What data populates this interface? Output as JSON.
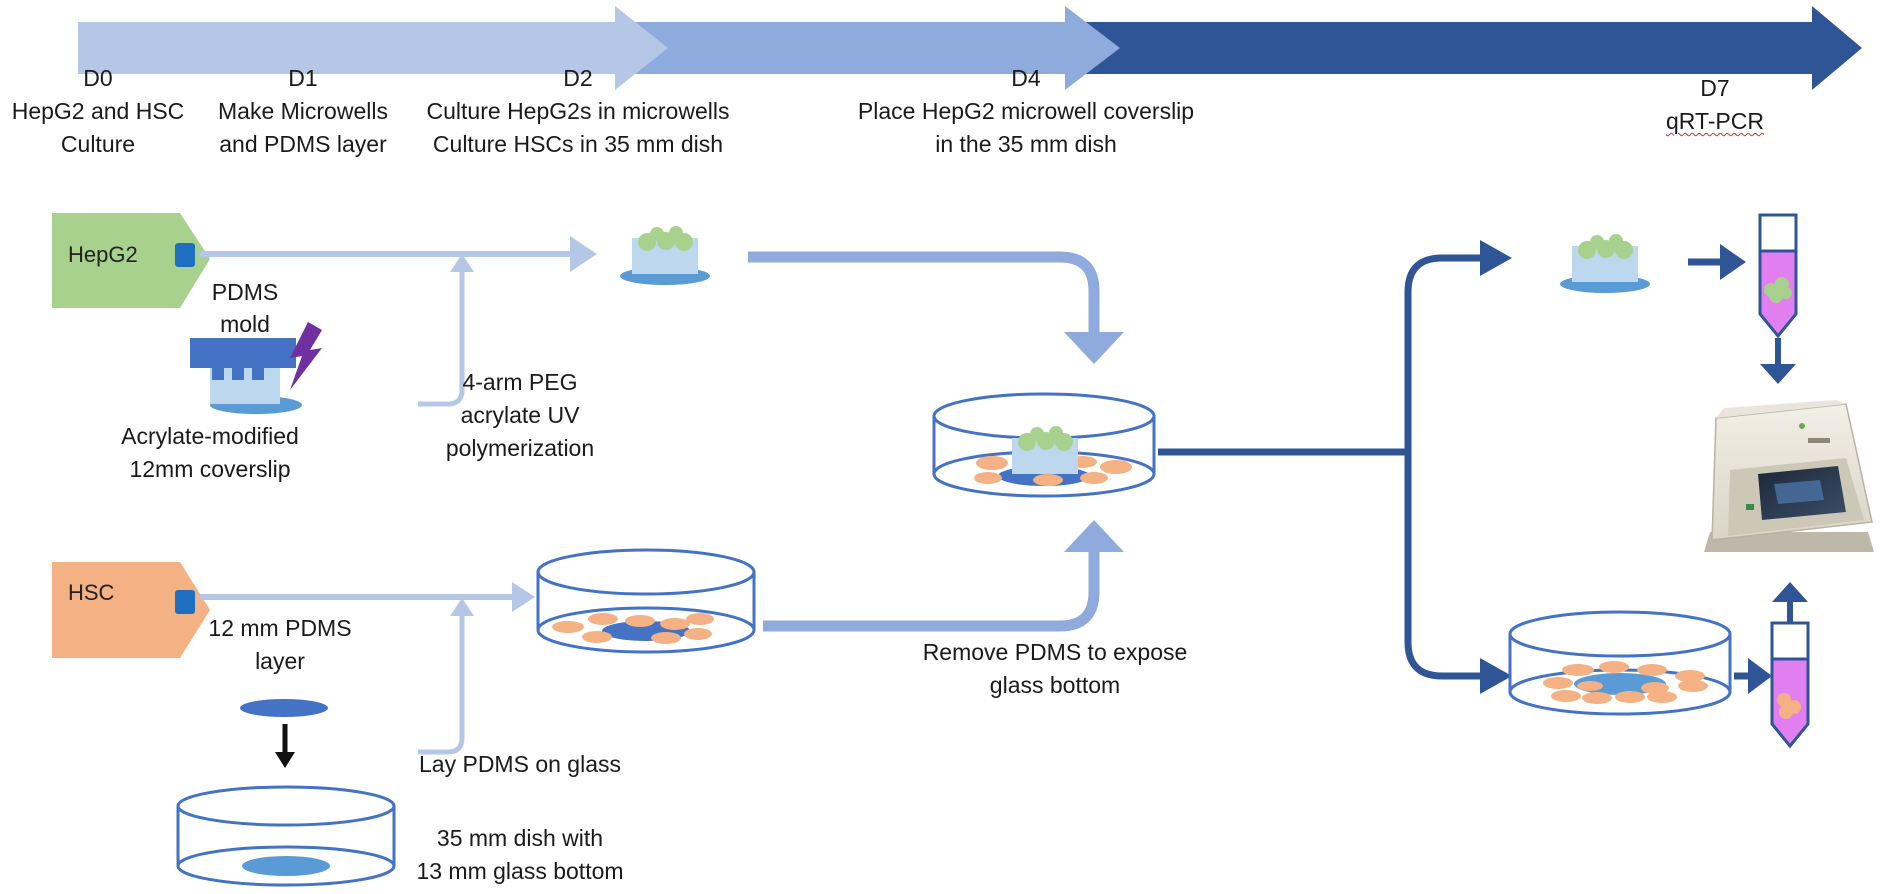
{
  "timeline": {
    "d0": {
      "day": "D0",
      "text": [
        "HepG2 and HSC",
        "Culture"
      ]
    },
    "d1": {
      "day": "D1",
      "text": [
        "Make Microwells",
        "and PDMS layer"
      ]
    },
    "d2": {
      "day": "D2",
      "text": [
        "Culture HepG2s in microwells",
        "Culture HSCs in 35 mm dish"
      ]
    },
    "d4": {
      "day": "D4",
      "text": [
        "Place HepG2 microwell coverslip",
        "in the 35 mm dish"
      ]
    },
    "d7": {
      "day": "D7",
      "text": [
        "qRT-PCR"
      ]
    }
  },
  "flasks": {
    "hepg2": "HepG2",
    "hsc": "HSC"
  },
  "labels": {
    "pdms_mold": [
      "PDMS",
      "mold"
    ],
    "coverslip": [
      "Acrylate-modified",
      "12mm coverslip"
    ],
    "peg": [
      "4-arm PEG",
      "acrylate UV",
      "polymerization"
    ],
    "pdms_layer": [
      "12 mm PDMS",
      "layer"
    ],
    "lay_pdms": "Lay PDMS on glass",
    "dish": [
      "35 mm dish with",
      "13 mm glass bottom"
    ],
    "remove_pdms": [
      "Remove PDMS to expose",
      "glass bottom"
    ]
  },
  "colors": {
    "light_blue": "#b4c7e7",
    "mid_blue": "#8faadc",
    "dark_blue": "#2f5597",
    "outline_blue": "#4472c4",
    "hepg2_green": "#a9d18e",
    "hsc_orange": "#f4b183",
    "tube_pink": "#e27ff0"
  },
  "icons": [
    "lightning-icon",
    "down-arrow-icon",
    "qpcr-machine-icon"
  ]
}
